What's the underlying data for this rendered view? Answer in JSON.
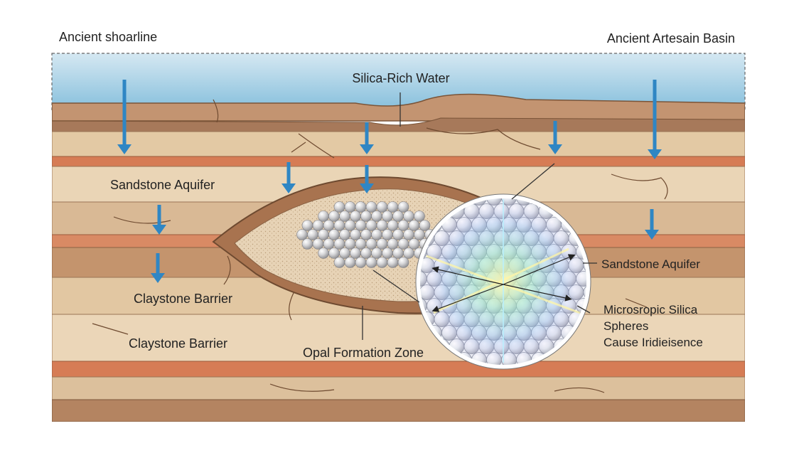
{
  "labels": {
    "top_left": "Ancient shoarline",
    "top_right": "Ancient Artesain Basin",
    "water": "Silica-Rich Water",
    "aquifer_left": "Sandstone Aquifer",
    "barrier_upper": "Claystone Barrier",
    "barrier_lower": "Claystone Barrier",
    "opal_zone": "Opal Formation Zone",
    "aquifer_right": "Sandstone Aquifer",
    "spheres_line1": "Microsropic Silica",
    "spheres_line2": "Spheres",
    "spheres_line3": "Cause Iridieisence"
  },
  "colors": {
    "sky_top": "#cfe3ef",
    "sky_bottom": "#8ec3de",
    "sandstone_light": "#e6ceac",
    "sandstone_mid": "#d8b58c",
    "clay_brown": "#b8855e",
    "red_band": "#d67c55",
    "dark_brown": "#9c6a48",
    "arrow_blue": "#2f86c4"
  },
  "icons": {
    "arrow": "down-arrow-icon",
    "sphere": "silica-sphere-icon"
  }
}
